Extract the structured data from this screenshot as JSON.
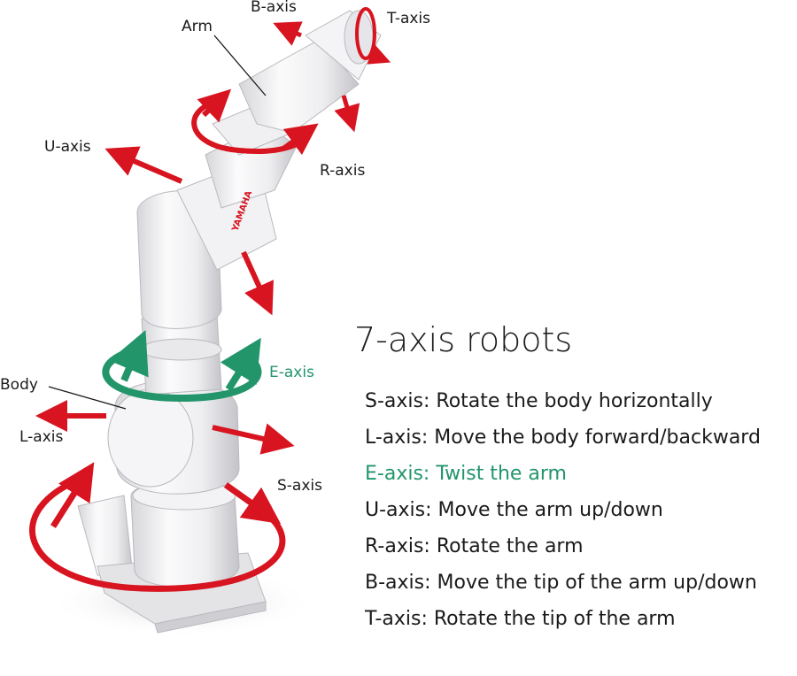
{
  "title": "7-axis robots",
  "colors": {
    "arrow_red": "#d7141f",
    "e_axis_green": "#22956b",
    "text": "#1a1a1a",
    "robot_body": "#efeff1",
    "robot_shadow": "#c9c9cd"
  },
  "figure": {
    "brand_text": "YAMAHA",
    "labels": {
      "arm": "Arm",
      "body": "Body",
      "b_axis": "B-axis",
      "t_axis": "T-axis",
      "u_axis": "U-axis",
      "r_axis": "R-axis",
      "e_axis": "E-axis",
      "l_axis": "L-axis",
      "s_axis": "S-axis"
    }
  },
  "legend": [
    {
      "axis": "S-axis",
      "description": "Rotate the body horizontally",
      "color": "#1a1a1a"
    },
    {
      "axis": "L-axis",
      "description": "Move the body forward/backward",
      "color": "#1a1a1a"
    },
    {
      "axis": "E-axis",
      "description": "Twist the arm",
      "color": "#22956b"
    },
    {
      "axis": "U-axis",
      "description": "Move the arm up/down",
      "color": "#1a1a1a"
    },
    {
      "axis": "R-axis",
      "description": "Rotate the arm",
      "color": "#1a1a1a"
    },
    {
      "axis": "B-axis",
      "description": "Move the tip of the arm up/down",
      "color": "#1a1a1a"
    },
    {
      "axis": "T-axis",
      "description": "Rotate the tip of the arm",
      "color": "#1a1a1a"
    }
  ]
}
